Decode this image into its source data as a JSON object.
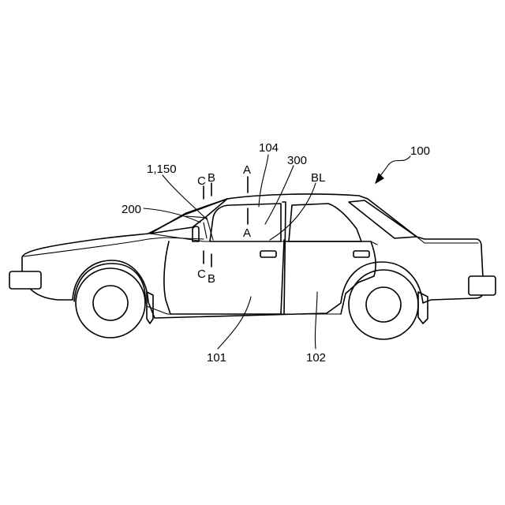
{
  "figure": {
    "labels": {
      "ref_100": "100",
      "ref_104": "104",
      "ref_300": "300",
      "ref_bl": "BL",
      "ref_1150": "1,150",
      "ref_200": "200",
      "ref_101": "101",
      "ref_102": "102",
      "sec_a_top": "A",
      "sec_a_bottom": "A",
      "sec_c_top": "C",
      "sec_b_top": "B",
      "sec_c_bottom": "C",
      "sec_b_bottom": "B"
    }
  }
}
